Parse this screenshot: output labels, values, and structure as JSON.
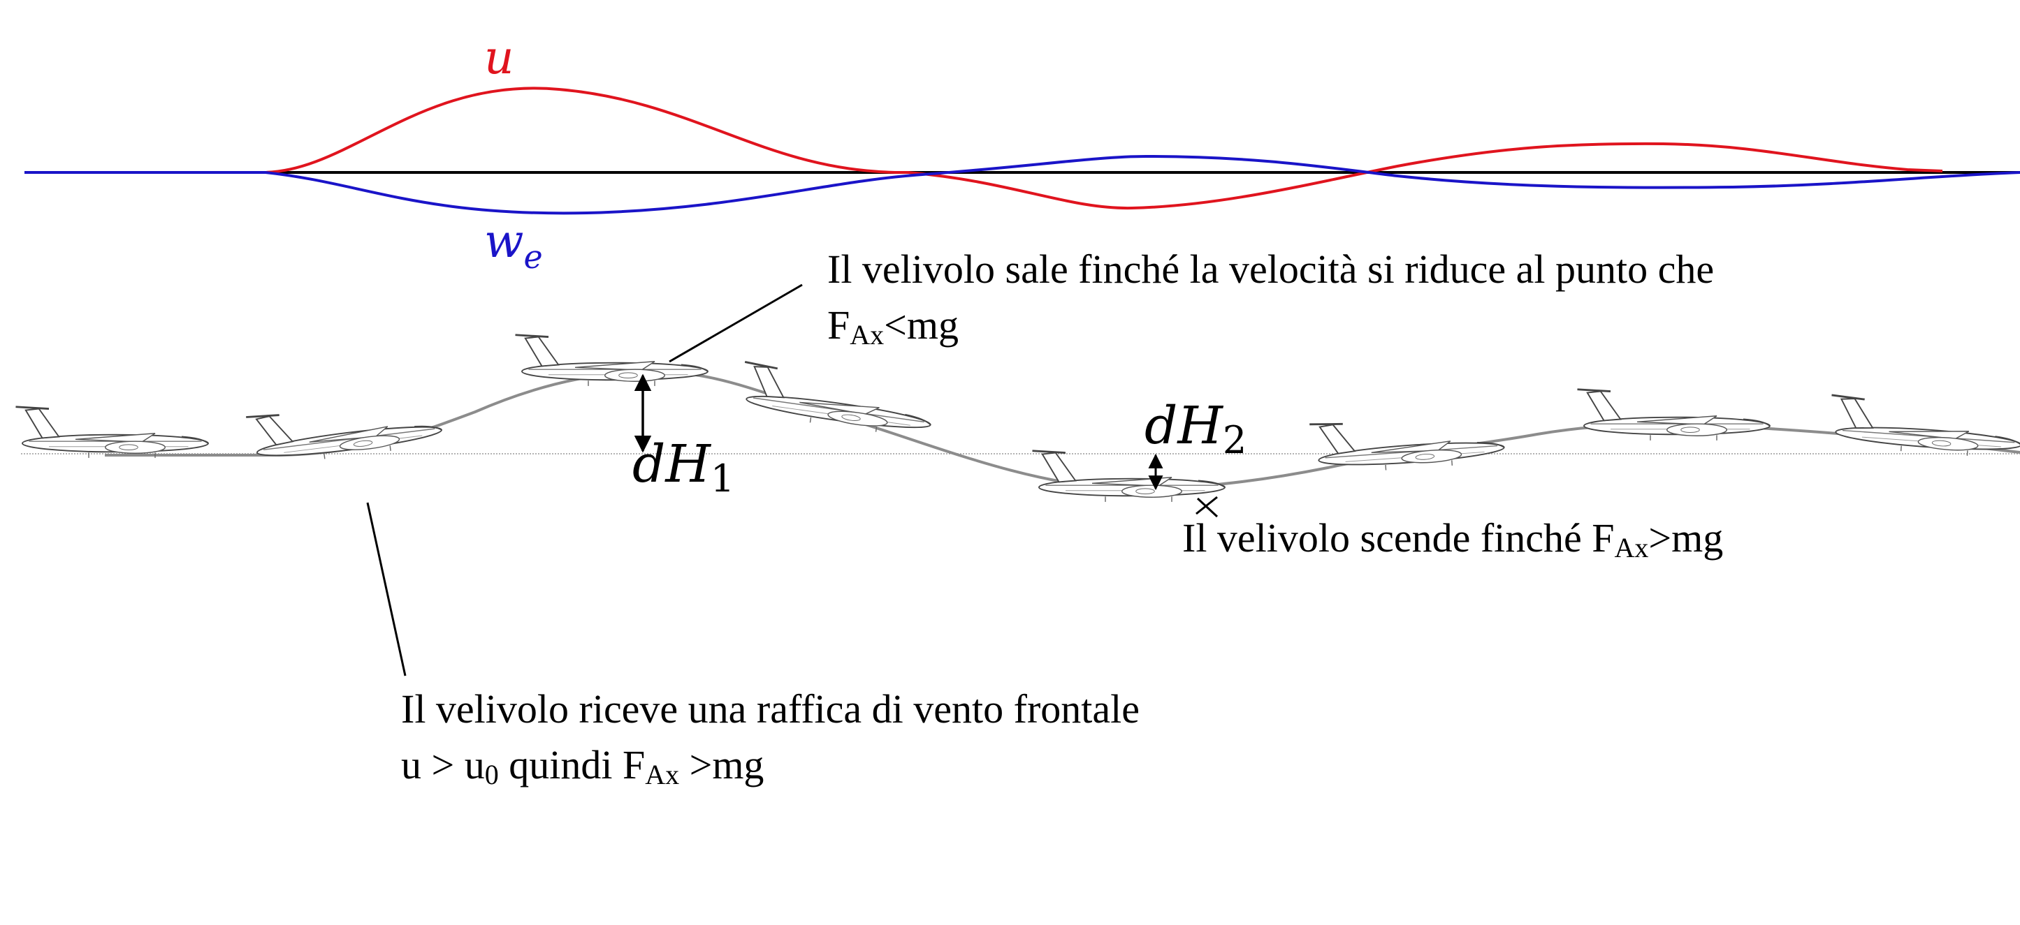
{
  "curves": {
    "u_label": "u",
    "we_label": "w",
    "we_subscript": "e",
    "u_color": "#e0141e",
    "we_color": "#1a14c8",
    "axis_color": "#000000"
  },
  "heights": {
    "dh1_base": "dH",
    "dh1_sub": "1",
    "dh2_base": "dH",
    "dh2_sub": "2"
  },
  "annotations": {
    "climb": {
      "line1": "Il velivolo sale finché la velocità si riduce al punto che",
      "f_base": "F",
      "f_sub": "Ax",
      "tail": "<mg"
    },
    "descend": {
      "text": "Il velivolo scende finché F",
      "f_sub": "Ax",
      "tail": ">mg"
    },
    "gust": {
      "line1": "Il velivolo riceve una raffica di vento frontale",
      "u_part": "u > u",
      "u_sub": "0",
      "middle": " quindi F",
      "f_sub": "Ax",
      "tail": " >mg"
    }
  },
  "colors": {
    "trajectory": "#8c8c8c",
    "reference_line": "#9a9a9a",
    "aircraft": "#555555"
  }
}
